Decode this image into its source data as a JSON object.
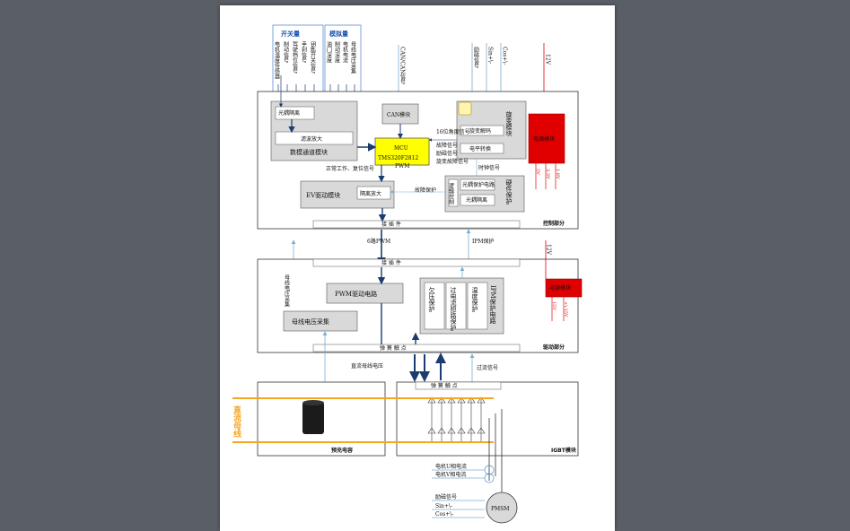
{
  "digital_inputs": {
    "title": "开关量",
    "items": [
      "电机温度传感器",
      "制动信号",
      "驾驶档位信号",
      "手刹信号",
      "钥匙开关信号"
    ]
  },
  "analog_inputs": {
    "title": "模拟量",
    "items": [
      "油门深度",
      "制动深度",
      "电机电流",
      "母线电压采集"
    ]
  },
  "top_signals": {
    "can": "CAN/CAN信号",
    "excite": "励磁信号",
    "sin": "Sin+\\-",
    "cos": "Cos+\\-",
    "v12": "12V"
  },
  "control": {
    "section_label": "控制部分",
    "opto": "光耦隔离",
    "filter": "滤波放大",
    "digital_module": "数模通道模块",
    "can_module": "CAN模块",
    "resolver_module": "旋变模块",
    "resolver_decode": "旋变解码",
    "level_convert": "电平转换",
    "mcu_line1": "MCU",
    "mcu_line2": "TMS320F2812",
    "bit16": "16位角度信号",
    "fault_signal": "故障信号",
    "excite_signal": "励磁信号",
    "resolver_fault": "旋变故障信号",
    "power_module": "电源模块",
    "power_outs": [
      "5V",
      "3.3V",
      "1.8V"
    ],
    "pwm": "PWM",
    "normal_work": "正常工作、复位信号",
    "ev_drive": "EV驱动模块",
    "iso_amp": "隔离放大",
    "fault_protect": "故障保护",
    "hw_protect": "硬件保护",
    "logic_ctrl": "逻辑控制",
    "opto_protect": "光耦保护电路",
    "opto_iso": "光耦隔离",
    "timer_signal": "时钟信号",
    "connector": "接 插 件"
  },
  "mid": {
    "six_pwm": "6路PWM",
    "ipm_protect": "IPM保护"
  },
  "drive": {
    "section_label": "驱动部分",
    "connector": "接 插 件",
    "bus_sample_v": "母线电压采集",
    "pwm_drive": "PWM驱动电路",
    "bus_sample": "母线电压采集",
    "uv": "欠压保护",
    "oc": "过电流短路保护",
    "temp": "温度保护",
    "ipm": "IPM保护电路",
    "power_module": "电源模块",
    "v12": "12V",
    "power_outs": [
      "15V",
      "+\\-15V"
    ],
    "terminal": "弹 簧 触 点"
  },
  "links": {
    "dc_bus_voltage": "直流母线电压",
    "overcurrent": "过流信号"
  },
  "bottom": {
    "dc_bus": "直流母线",
    "cap_label": "预充电容",
    "igbt_label": "IGBT模块",
    "terminal": "弹 簧 触 点",
    "current_u": "电机U相电流",
    "current_v": "电机V相电流",
    "excite": "励磁信号",
    "sin": "Sin+\\-",
    "cos": "Cos+\\-",
    "motor": "PMSM"
  },
  "colors": {
    "accent": "#1a56b0",
    "mcu": "#ffff00",
    "power": "#e00000",
    "bus": "#f5a623",
    "line": "#7bafd4"
  }
}
